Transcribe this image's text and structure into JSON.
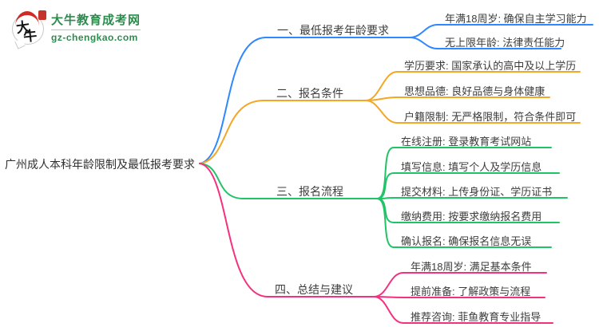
{
  "logo": {
    "site_name": "大牛教育成考网",
    "site_url": "gz-chengkao.com",
    "icon_char_1": "大",
    "icon_char_2": "牛",
    "brand_green": "#2e8b4e",
    "seal_red": "#c5342c"
  },
  "root": {
    "label": "广州成人本科年龄限制及最低报考要求"
  },
  "branches": [
    {
      "label": "一、最低报考年龄要求",
      "color": "#2F88FF",
      "children": [
        "年满18周岁: 确保自主学习能力",
        "无上限年龄: 法律责任能力"
      ]
    },
    {
      "label": "二、报名条件",
      "color": "#F5A623",
      "children": [
        "学历要求: 国家承认的高中及以上学历",
        "思想品德: 良好品德与身体健康",
        "户籍限制: 无严格限制，符合条件即可"
      ]
    },
    {
      "label": "三、报名流程",
      "color": "#22C368",
      "children": [
        "在线注册: 登录教育考试网站",
        "填写信息: 填写个人及学历信息",
        "提交材料: 上传身份证、学历证书",
        "缴纳费用: 按要求缴纳报名费用",
        "确认报名: 确保报名信息无误"
      ]
    },
    {
      "label": "四、总结与建议",
      "color": "#F5317F",
      "children": [
        "年满18周岁: 满足基本条件",
        "提前准备: 了解政策与流程",
        "推荐咨询: 菲鱼教育专业指导"
      ]
    }
  ]
}
